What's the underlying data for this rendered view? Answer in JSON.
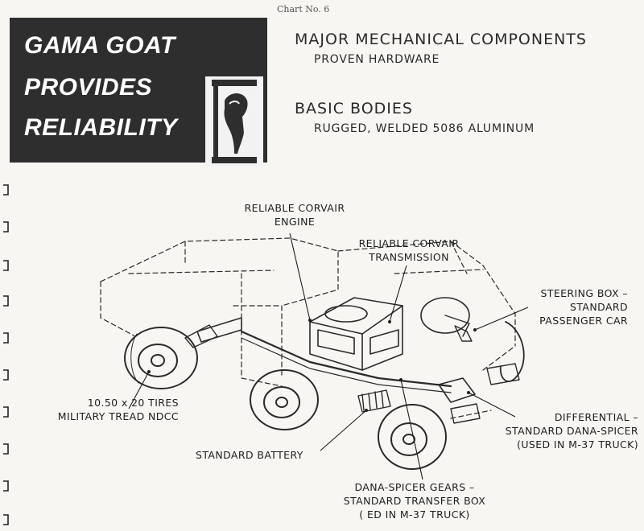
{
  "chart_number": "Chart No. 6",
  "banner": {
    "line1": "GAMA GOAT",
    "line2": "PROVIDES",
    "line3": "RELIABILITY"
  },
  "headings": {
    "major_title": "MAJOR MECHANICAL COMPONENTS",
    "major_sub": "PROVEN HARDWARE",
    "bodies_title": "BASIC BODIES",
    "bodies_sub": "RUGGED, WELDED 5086 ALUMINUM"
  },
  "callouts": {
    "engine": [
      "RELIABLE CORVAIR",
      "ENGINE"
    ],
    "transmission": [
      "RELIABLE CORVAIR",
      "TRANSMISSION"
    ],
    "steering": [
      "STEERING BOX –",
      "STANDARD",
      "PASSENGER CAR"
    ],
    "tires": [
      "10.50 x 20 TIRES",
      "MILITARY TREAD NDCC"
    ],
    "differential": [
      "DIFFERENTIAL –",
      "STANDARD DANA-SPICER",
      "(USED IN M-37 TRUCK)"
    ],
    "battery": [
      "STANDARD BATTERY"
    ],
    "transfer": [
      "DANA-SPICER GEARS –",
      "STANDARD TRANSFER BOX",
      "( ED IN M-37 TRUCK)"
    ]
  },
  "colors": {
    "banner_bg": "#2e2e2e",
    "paper": "#f7f6f2",
    "ink": "#1e1e1e"
  }
}
